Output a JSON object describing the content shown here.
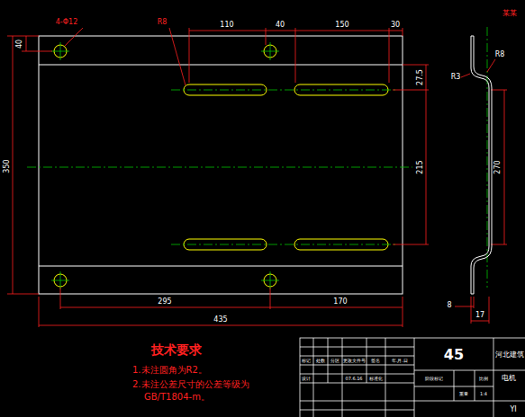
{
  "diagram": {
    "labels": [
      "4-Φ12",
      "R8",
      "110",
      "40",
      "150",
      "30",
      "40",
      "350",
      "27.5",
      "215",
      "295",
      "170",
      "435",
      "R3",
      "R8",
      "270",
      "8",
      "17",
      "某某",
      "技术要求",
      "1.未注圆角为R2。",
      "2.未注公差尺寸的公差等级为",
      "GB/T1804-m。",
      "45",
      "河北建筑",
      "电机",
      "YI",
      "标记",
      "处数",
      "分区",
      "更改文件号",
      "签名",
      "年.月.日",
      "设计",
      "07.6.16",
      "标准化",
      "阶段标记",
      "重量",
      "比例",
      "1:4"
    ]
  }
}
